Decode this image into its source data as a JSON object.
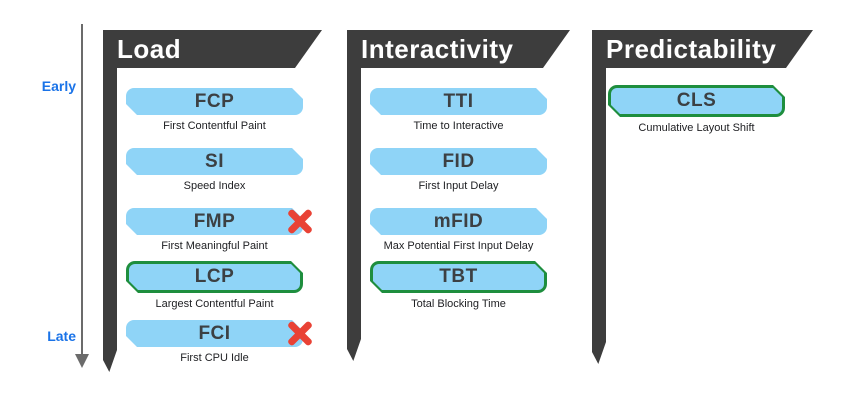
{
  "timeline": {
    "early_label": "Early",
    "late_label": "Late"
  },
  "colors": {
    "header_dark": "#3d3d3d",
    "badge_blue": "#8fd4f7",
    "highlight_green": "#1e8e3e",
    "deprecated_red": "#e94235",
    "timeline_blue": "#1a73e8",
    "arrow_gray": "#6b6b6b"
  },
  "columns": [
    {
      "title": "Load",
      "metrics": [
        {
          "abbr": "FCP",
          "name": "First Contentful Paint",
          "highlighted": false,
          "deprecated": false
        },
        {
          "abbr": "SI",
          "name": "Speed Index",
          "highlighted": false,
          "deprecated": false
        },
        {
          "abbr": "FMP",
          "name": "First Meaningful Paint",
          "highlighted": false,
          "deprecated": true
        },
        {
          "abbr": "LCP",
          "name": "Largest Contentful Paint",
          "highlighted": true,
          "deprecated": false
        },
        {
          "abbr": "FCI",
          "name": "First CPU Idle",
          "highlighted": false,
          "deprecated": true
        }
      ]
    },
    {
      "title": "Interactivity",
      "metrics": [
        {
          "abbr": "TTI",
          "name": "Time to Interactive",
          "highlighted": false,
          "deprecated": false
        },
        {
          "abbr": "FID",
          "name": "First Input Delay",
          "highlighted": false,
          "deprecated": false
        },
        {
          "abbr": "mFID",
          "name": "Max Potential First Input Delay",
          "highlighted": false,
          "deprecated": false
        },
        {
          "abbr": "TBT",
          "name": "Total Blocking Time",
          "highlighted": true,
          "deprecated": false
        }
      ]
    },
    {
      "title": "Predictability",
      "metrics": [
        {
          "abbr": "CLS",
          "name": "Cumulative Layout Shift",
          "highlighted": true,
          "deprecated": false
        }
      ]
    }
  ]
}
